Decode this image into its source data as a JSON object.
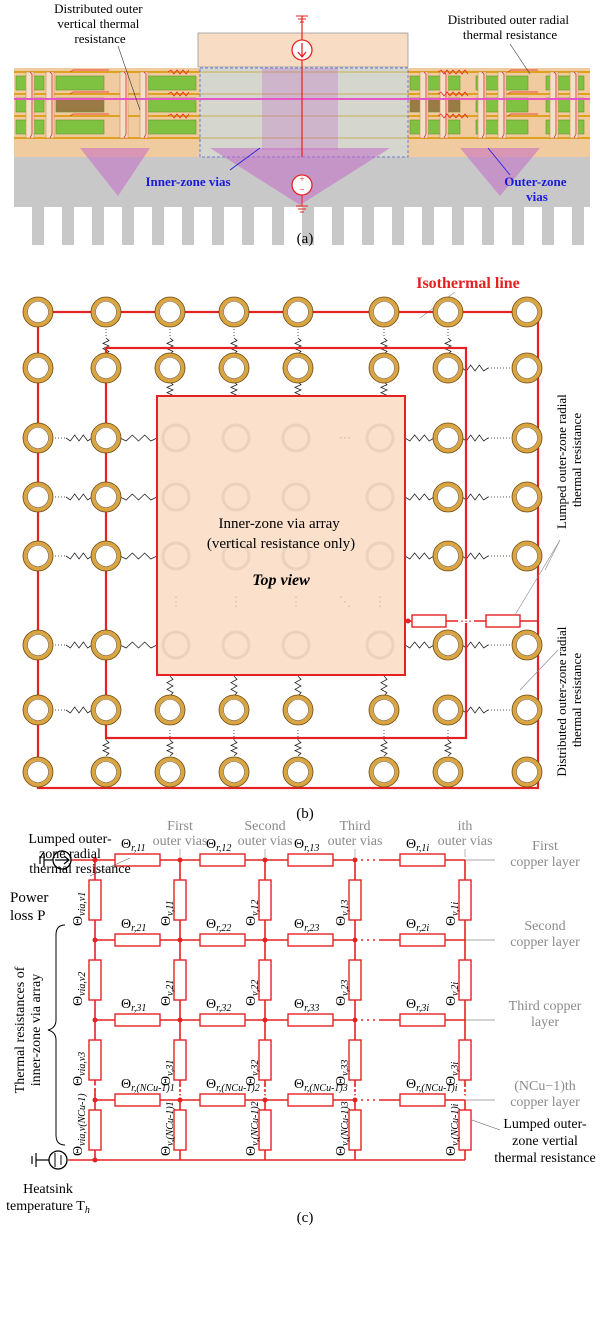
{
  "panel_a": {
    "caption": "(a)",
    "label_left_line1": "Distributed outer",
    "label_left_line2": "vertical thermal",
    "label_left_line3": "resistance",
    "label_right_line1": "Distributed outer radial",
    "label_right_line2": "thermal resistance",
    "inner_vias": "Inner-zone vias",
    "outer_vias_line1": "Outer-zone",
    "outer_vias_line2": "vias"
  },
  "panel_b": {
    "caption": "(b)",
    "isothermal": "Isothermal line",
    "inner_line1": "Inner-zone via array",
    "inner_line2": "(vertical resistance only)",
    "top_view": "Top view",
    "lumped_line1": "Lumped outer-zone radial",
    "lumped_line2": "thermal resistance",
    "distributed_line1": "Distributed outer-zone radial",
    "distributed_line2": "thermal resistance",
    "dots": "⋯",
    "vdots": "⋮",
    "ddots": "⋱"
  },
  "panel_c": {
    "caption": "(c)",
    "lumped_radial_line1": "Lumped outer-",
    "lumped_radial_line2": "zone radial",
    "lumped_radial_line3": "thermal resistance",
    "power_line1": "Power",
    "power_line2": "loss P",
    "heatsink_line1": "Heatsink",
    "heatsink_line2": "temperature T",
    "heatsink_sub": "h",
    "brace_line1": "Thermal resistances of",
    "brace_line2": "inner-zone via array",
    "col_headers": [
      {
        "l1": "First",
        "l2": "outer vias"
      },
      {
        "l1": "Second",
        "l2": "outer vias"
      },
      {
        "l1": "Third",
        "l2": "outer vias"
      },
      {
        "l1": "ith",
        "l2": "outer vias"
      }
    ],
    "layer_labels": [
      {
        "l1": "First",
        "l2": "copper layer"
      },
      {
        "l1": "Second",
        "l2": "copper layer"
      },
      {
        "l1": "Third copper",
        "l2": "layer"
      },
      {
        "l1": "(NCu−1)th",
        "l2": "copper layer"
      }
    ],
    "lumped_vertical_line1": "Lumped outer-",
    "lumped_vertical_line2": "zone vertial",
    "lumped_vertical_line3": "thermal resistance",
    "theta": "Θ",
    "via_subs": [
      "via,v1",
      "via,v2",
      "via,v3",
      "via,v(NCu-1)"
    ],
    "radial_subs": [
      [
        "r,11",
        "r,12",
        "r,13",
        "r,1i"
      ],
      [
        "r,21",
        "r,22",
        "r,23",
        "r,2i"
      ],
      [
        "r,31",
        "r,32",
        "r,33",
        "r,3i"
      ],
      [
        "r,(NCu-1)1",
        "r,(NCu-1)2",
        "r,(NCu-1)3",
        "r,(NCu-1)i"
      ]
    ],
    "vertical_subs": [
      [
        "v,11",
        "v,12",
        "v,13",
        "v,1i"
      ],
      [
        "v,21",
        "v,22",
        "v,23",
        "v,2i"
      ],
      [
        "v,31",
        "v,32",
        "v,33",
        "v,3i"
      ],
      [
        "v,(NCu-1)1",
        "v,(NCu-1)2",
        "v,(NCu-1)3",
        "v,(NCu-1)i"
      ]
    ]
  },
  "colors": {
    "red": "#e52222",
    "blue": "#1a1adf",
    "gray": "#8a8a8a",
    "green": "#7fc241",
    "copper": "#f2b96a",
    "via_gold": "#d9a441",
    "inner_fill": "#fbe0cc"
  }
}
